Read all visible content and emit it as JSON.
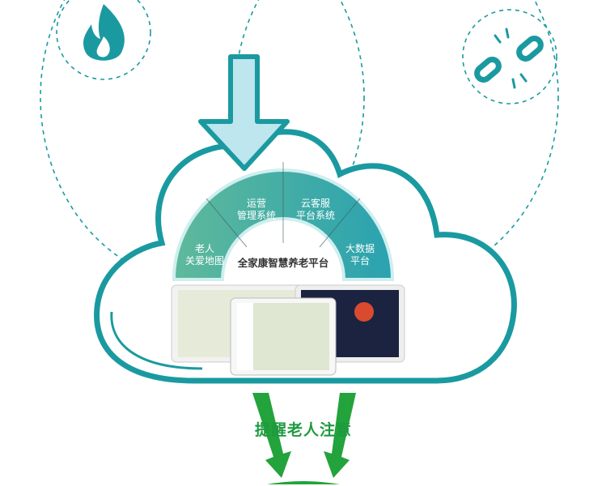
{
  "platform": {
    "title": "全家康智慧养老平台",
    "segments": [
      {
        "label": "老人\n关爱地图"
      },
      {
        "label": "运营\n管理系统"
      },
      {
        "label": "云客服\n平台系统"
      },
      {
        "label": "大数据\n平台"
      }
    ]
  },
  "alert_text": "提醒老人注意",
  "icons": [
    "fire-icon",
    "broken-link-icon",
    "down-arrow-icon"
  ],
  "colors": {
    "teal": "#1a9aa0",
    "arrow_fill": "#bde6ee",
    "green": "#22a33c",
    "seg_left": "#5fb99b",
    "seg_right": "#2aa2b0"
  }
}
